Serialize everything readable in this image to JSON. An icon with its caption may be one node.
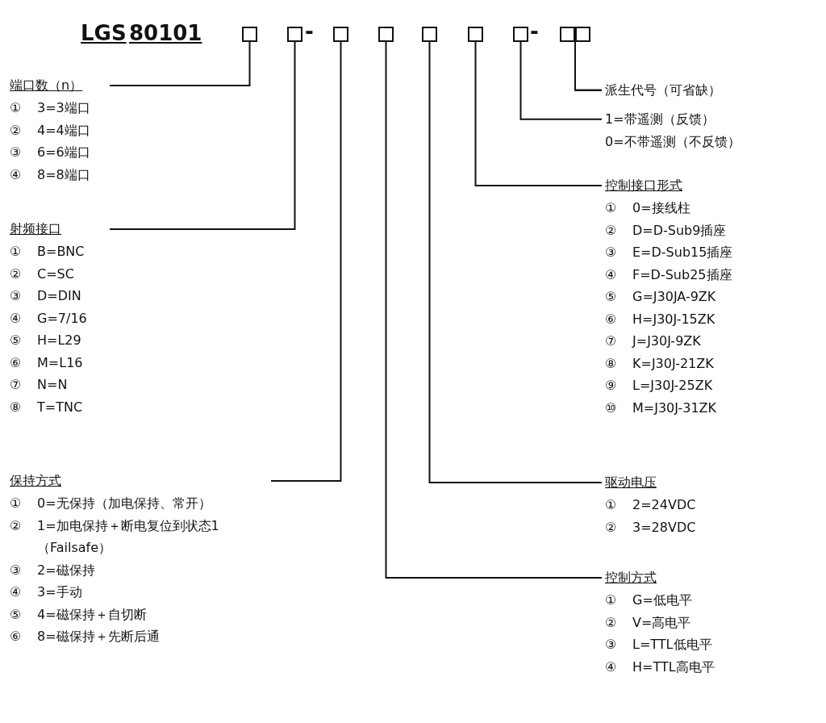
{
  "diagram": {
    "nodes": [
      {
        "text": [],
        "shape": "box"
      },
      {
        "text": [],
        "shape": "box"
      },
      {
        "text": [],
        "shape": "box"
      },
      {
        "text": [],
        "shape": "box"
      },
      {
        "text": [],
        "shape": "box"
      },
      {
        "text": [],
        "shape": "box"
      },
      {
        "text": [],
        "shape": "box"
      },
      {
        "text": [],
        "shape": "box"
      },
      {
        "text": [],
        "shape": "box"
      },
      {
        "text": [
          "端口数（n）",
          "①",
          "3=3端口",
          "②",
          "4=4端口",
          "③",
          "6=6端口",
          "④",
          "8=8端口"
        ]
      },
      {
        "text": [
          "射频接口",
          "①",
          "B=BNC",
          "②",
          "C=SC",
          "③",
          "D=DIN",
          "④",
          "G=7/16",
          "⑤",
          "H=L29",
          "⑥",
          "M=L16",
          "⑦",
          "N=N",
          "⑧",
          "T=TNC"
        ]
      },
      {
        "text": [
          "保持方式",
          "①",
          "0=无保持（加电保持、常开）",
          "②",
          "1=加电保持＋断电复位到状态1（Failsafe）",
          "③",
          "2=磁保持",
          "④",
          "3=手动",
          "⑤",
          "4=磁保持＋自切断",
          "⑥",
          "8=磁保持＋先断后通"
        ]
      },
      {
        "text": [
          "派生代号（可省缺）"
        ]
      },
      {
        "text": [
          "1=带遥测（反馈）",
          "0=不带遥测（不反馈）"
        ]
      },
      {
        "text": [
          "控制接口形式",
          "①",
          "0=接线柱",
          "②",
          "D=D-Sub9插座",
          "③",
          "E=D-Sub15插座",
          "④",
          "F=D-Sub25插座",
          "⑤",
          "G=J30JA-9ZK",
          "⑥",
          "H=J30J-15ZK",
          "⑦",
          "J=J30J-9ZK",
          "⑧",
          "K=J30J-21ZK",
          "⑨",
          "L=J30J-25ZK",
          "⑩",
          "M=J30J-31ZK"
        ]
      },
      {
        "text": [
          "驱动电压",
          "①",
          "2=24VDC",
          "②",
          "3=28VDC"
        ]
      },
      {
        "text": [
          "控制方式",
          "①",
          "G=低电平",
          "②",
          "V=高电平",
          "③",
          "L=TTL低电平",
          "④",
          "H=TTL高电平"
        ]
      }
    ],
    "edges": [
      {
        "from": 0,
        "to": 9,
        "arrow": "none"
      },
      {
        "from": 1,
        "to": 10,
        "arrow": "none"
      },
      {
        "from": 2,
        "to": 11,
        "arrow": "none"
      },
      {
        "from": 3,
        "to": 16,
        "arrow": "none"
      },
      {
        "from": 4,
        "to": 15,
        "arrow": "none"
      },
      {
        "from": 5,
        "to": 14,
        "arrow": "none"
      },
      {
        "from": 6,
        "to": 13,
        "arrow": "none"
      },
      {
        "from": 7,
        "to": 12,
        "arrow": "none"
      },
      {
        "from": 8,
        "to": 12,
        "arrow": "none"
      }
    ],
    "labels": [
      "LGS",
      "80101",
      "-",
      "-"
    ]
  }
}
